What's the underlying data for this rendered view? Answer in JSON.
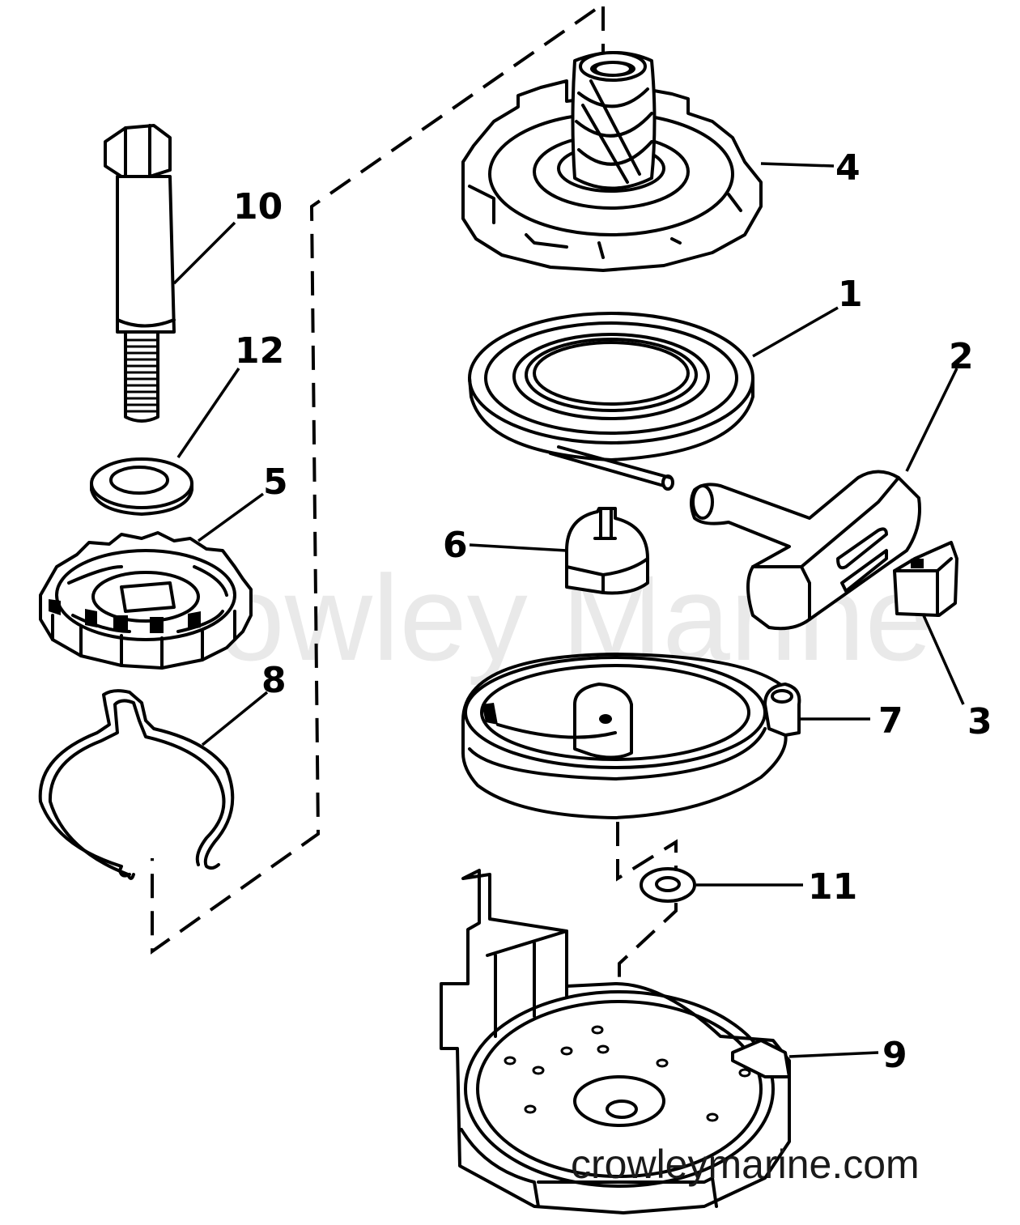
{
  "watermark": "Crowley Marine",
  "website": "crowleymarine.com",
  "callouts": [
    {
      "id": "label-1",
      "text": "1"
    },
    {
      "id": "label-2",
      "text": "2"
    },
    {
      "id": "label-3",
      "text": "3"
    },
    {
      "id": "label-4",
      "text": "4"
    },
    {
      "id": "label-5",
      "text": "5"
    },
    {
      "id": "label-6",
      "text": "6"
    },
    {
      "id": "label-7",
      "text": "7"
    },
    {
      "id": "label-8",
      "text": "8"
    },
    {
      "id": "label-9",
      "text": "9"
    },
    {
      "id": "label-10",
      "text": "10"
    },
    {
      "id": "label-11",
      "text": "11"
    },
    {
      "id": "label-12",
      "text": "12"
    }
  ]
}
